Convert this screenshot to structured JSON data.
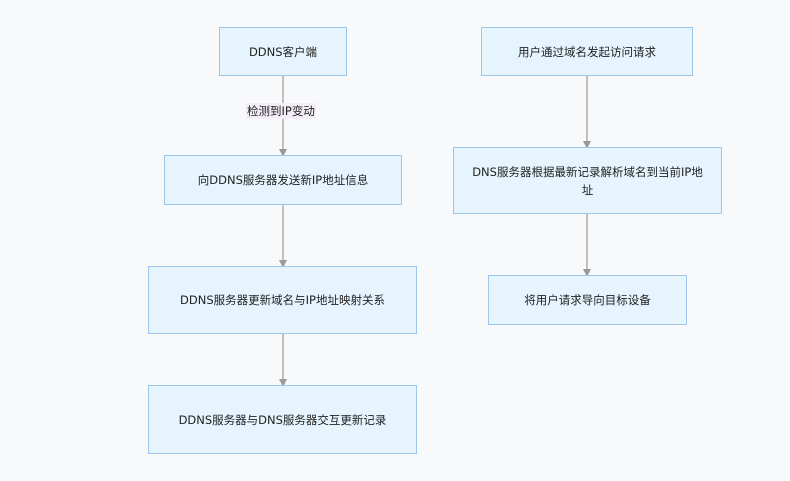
{
  "nodes": {
    "ddns_client": "DDNS客户端",
    "send_ip": "向DDNS服务器发送新IP地址信息",
    "update_mapping": "DDNS服务器更新域名与IP地址映射关系",
    "sync_dns": "DDNS服务器与DNS服务器交互更新记录",
    "user_request": "用户通过域名发起访问请求",
    "dns_resolve": "DNS服务器根据最新记录解析域名到当前IP地址",
    "redirect": "将用户请求导向目标设备"
  },
  "edges": {
    "detect_ip_change": "检测到IP变动"
  },
  "colors": {
    "node_fill": "#e6f4fd",
    "node_border": "#9cc7ea",
    "edge": "#9a9a9a",
    "background": "#f8f9fb"
  }
}
